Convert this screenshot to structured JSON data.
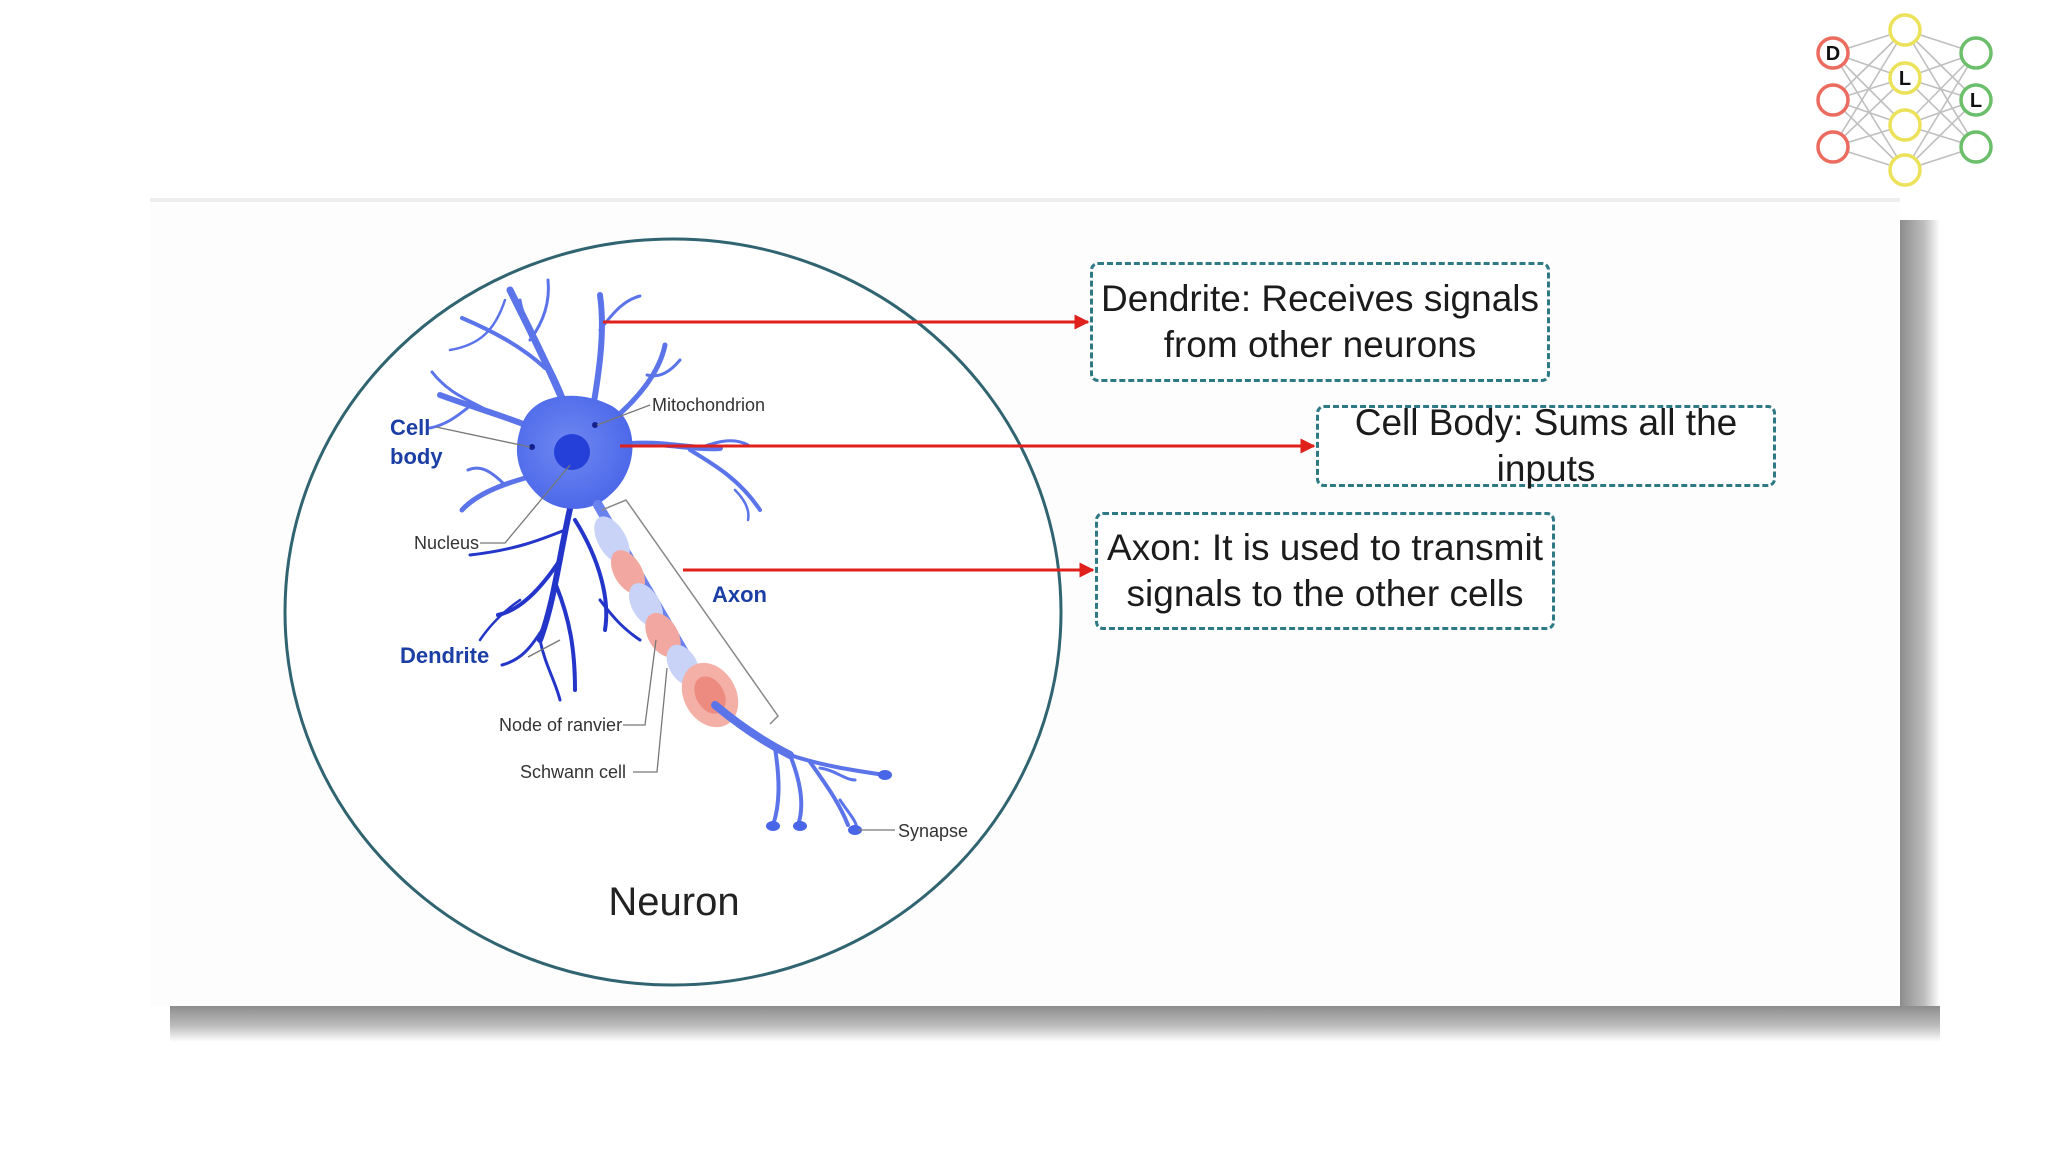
{
  "logo": {
    "letters": [
      "D",
      "L",
      "L"
    ]
  },
  "neuron": {
    "title": "Neuron",
    "labels": {
      "cell_body": "Cell\nbody",
      "mitochondrion": "Mitochondrion",
      "nucleus": "Nucleus",
      "axon": "Axon",
      "dendrite": "Dendrite",
      "node_of_ranvier": "Node of ranvier",
      "schwann_cell": "Schwann cell",
      "synapse": "Synapse"
    }
  },
  "callouts": {
    "dendrite": "Dendrite: Receives signals\nfrom other neurons",
    "cell_body": "Cell Body: Sums all the inputs",
    "axon": "Axon: It is used to transmit\nsignals to the other cells"
  },
  "colors": {
    "circle": "#2f6470",
    "arrow": "#e0201b",
    "neuron": "#4a66e8",
    "dendrite_dark": "#2336c9",
    "myelin": "#f2a8a0",
    "label_blue": "#1c3fa5",
    "callout_border": "#2e7a84"
  }
}
